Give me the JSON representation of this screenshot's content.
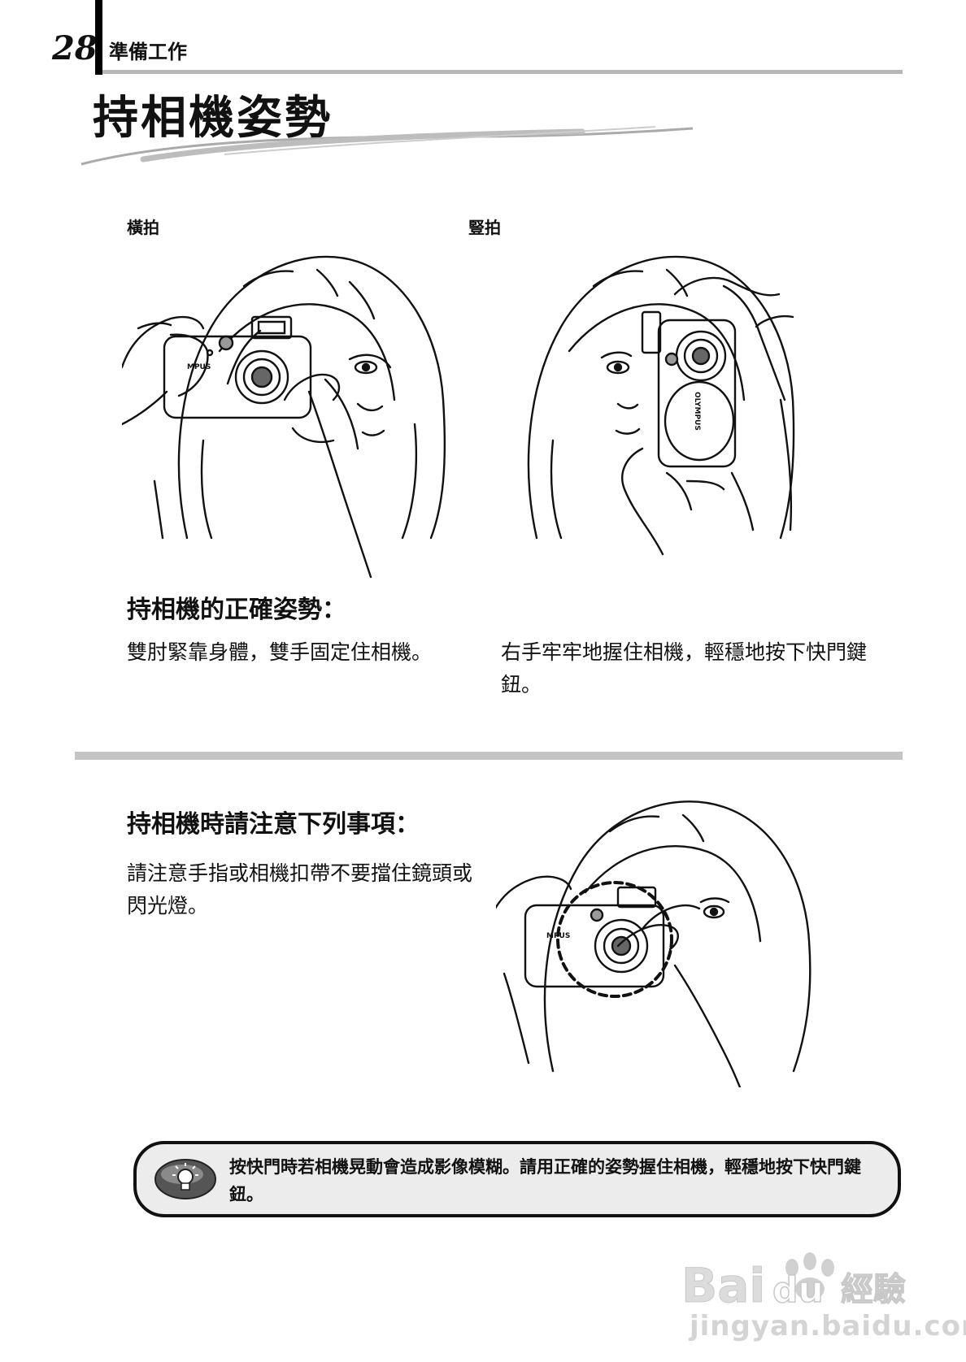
{
  "header": {
    "page_number": "28",
    "chapter": "準備工作"
  },
  "title": "持相機姿勢",
  "figures": {
    "horizontal_label": "橫拍",
    "vertical_label": "豎拍",
    "brand_text": "OLYMPUS",
    "brand_text_partial": "MPUS"
  },
  "correct_posture": {
    "heading": "持相機的正確姿勢：",
    "left_text": "雙肘緊靠身體，雙手固定住相機。",
    "right_text": "右手牢牢地握住相機，輕穩地按下快門鍵鈕。"
  },
  "caution": {
    "heading": "持相機時請注意下列事項：",
    "text": "請注意手指或相機扣帶不要擋住鏡頭或閃光燈。"
  },
  "tip": {
    "icon": "lightbulb-icon",
    "text": "按快門時若相機晃動會造成影像模糊。請用正確的姿勢握住相機，輕穩地按下快門鍵鈕。"
  },
  "watermark": {
    "logo": "Baidu經驗",
    "url": "jingyan.baidu.com"
  },
  "colors": {
    "rule_gray": "#b7b7b7",
    "tip_bg": "#ececec"
  }
}
